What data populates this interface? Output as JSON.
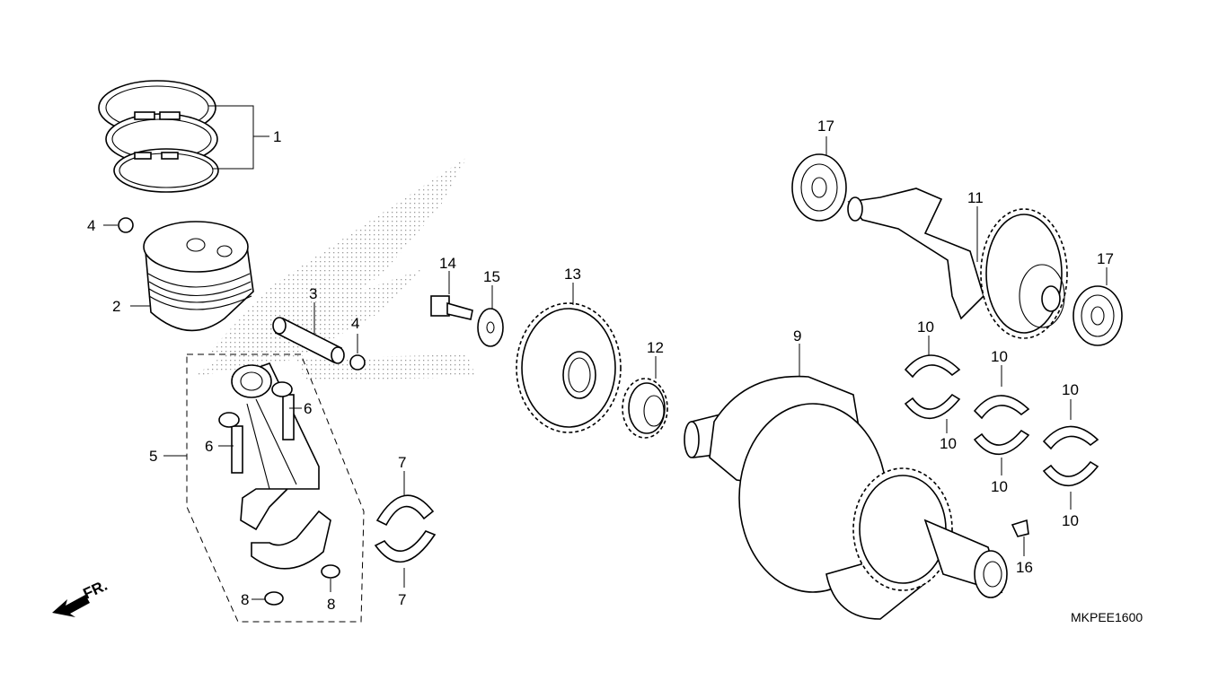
{
  "diagram": {
    "code": "MKPEE1600",
    "front_label": "FR.",
    "callouts": {
      "c1": "1",
      "c2": "2",
      "c3": "3",
      "c4a": "4",
      "c4b": "4",
      "c5": "5",
      "c6a": "6",
      "c6b": "6",
      "c7a": "7",
      "c7b": "7",
      "c8a": "8",
      "c8b": "8",
      "c9": "9",
      "c10a": "10",
      "c10b": "10",
      "c10c": "10",
      "c10d": "10",
      "c10e": "10",
      "c10f": "10",
      "c11": "11",
      "c12": "12",
      "c13": "13",
      "c14": "14",
      "c15": "15",
      "c16": "16",
      "c17a": "17",
      "c17b": "17"
    }
  }
}
